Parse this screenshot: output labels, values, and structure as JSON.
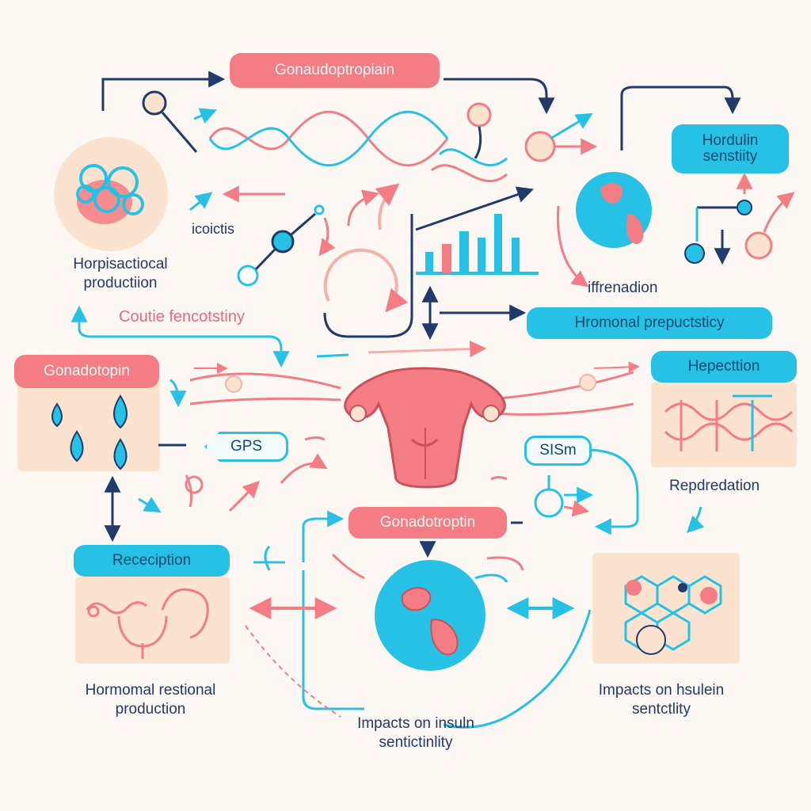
{
  "colors": {
    "pink": "#f47c84",
    "cyan": "#27c1e6",
    "navy": "#1f3a6b",
    "peach": "#fbe3d0",
    "background": "#fdf8f4"
  },
  "icons": [
    "ovary-blob-icon",
    "hormone-drop-icon",
    "uterus-icon",
    "cell-icon",
    "hexagon-network-icon",
    "bar-chart-icon",
    "cycle-arrow-icon"
  ],
  "labels": {
    "top_pill": "Gonaudoptropiain",
    "left_pill": "Gonadotopin",
    "center_pill": "Gonadotroptin",
    "hordulin_pill": [
      "Hordulin",
      "senstiity"
    ],
    "hromonal_pill": "Hromonal prepuctsticy",
    "hepection_pill": "Hepecttion",
    "reception_pill": "Receciption",
    "gps_pill": "GPS",
    "sism_pill": "SISm",
    "icoictis": "icoictis",
    "horpi_text": [
      "Horpisactiocal",
      "productiion"
    ],
    "coutie_text": "Coutie fencotstiny",
    "ifrenadion": "iffrenadion",
    "repdredation": "Repdredation",
    "hormonal_text": [
      "Hormomal restional",
      "production"
    ],
    "impacts_center": [
      "Impacts on insuln",
      "sentictinlity"
    ],
    "impacts_right": [
      "Impacts on hsulein",
      "sentctlity"
    ]
  }
}
